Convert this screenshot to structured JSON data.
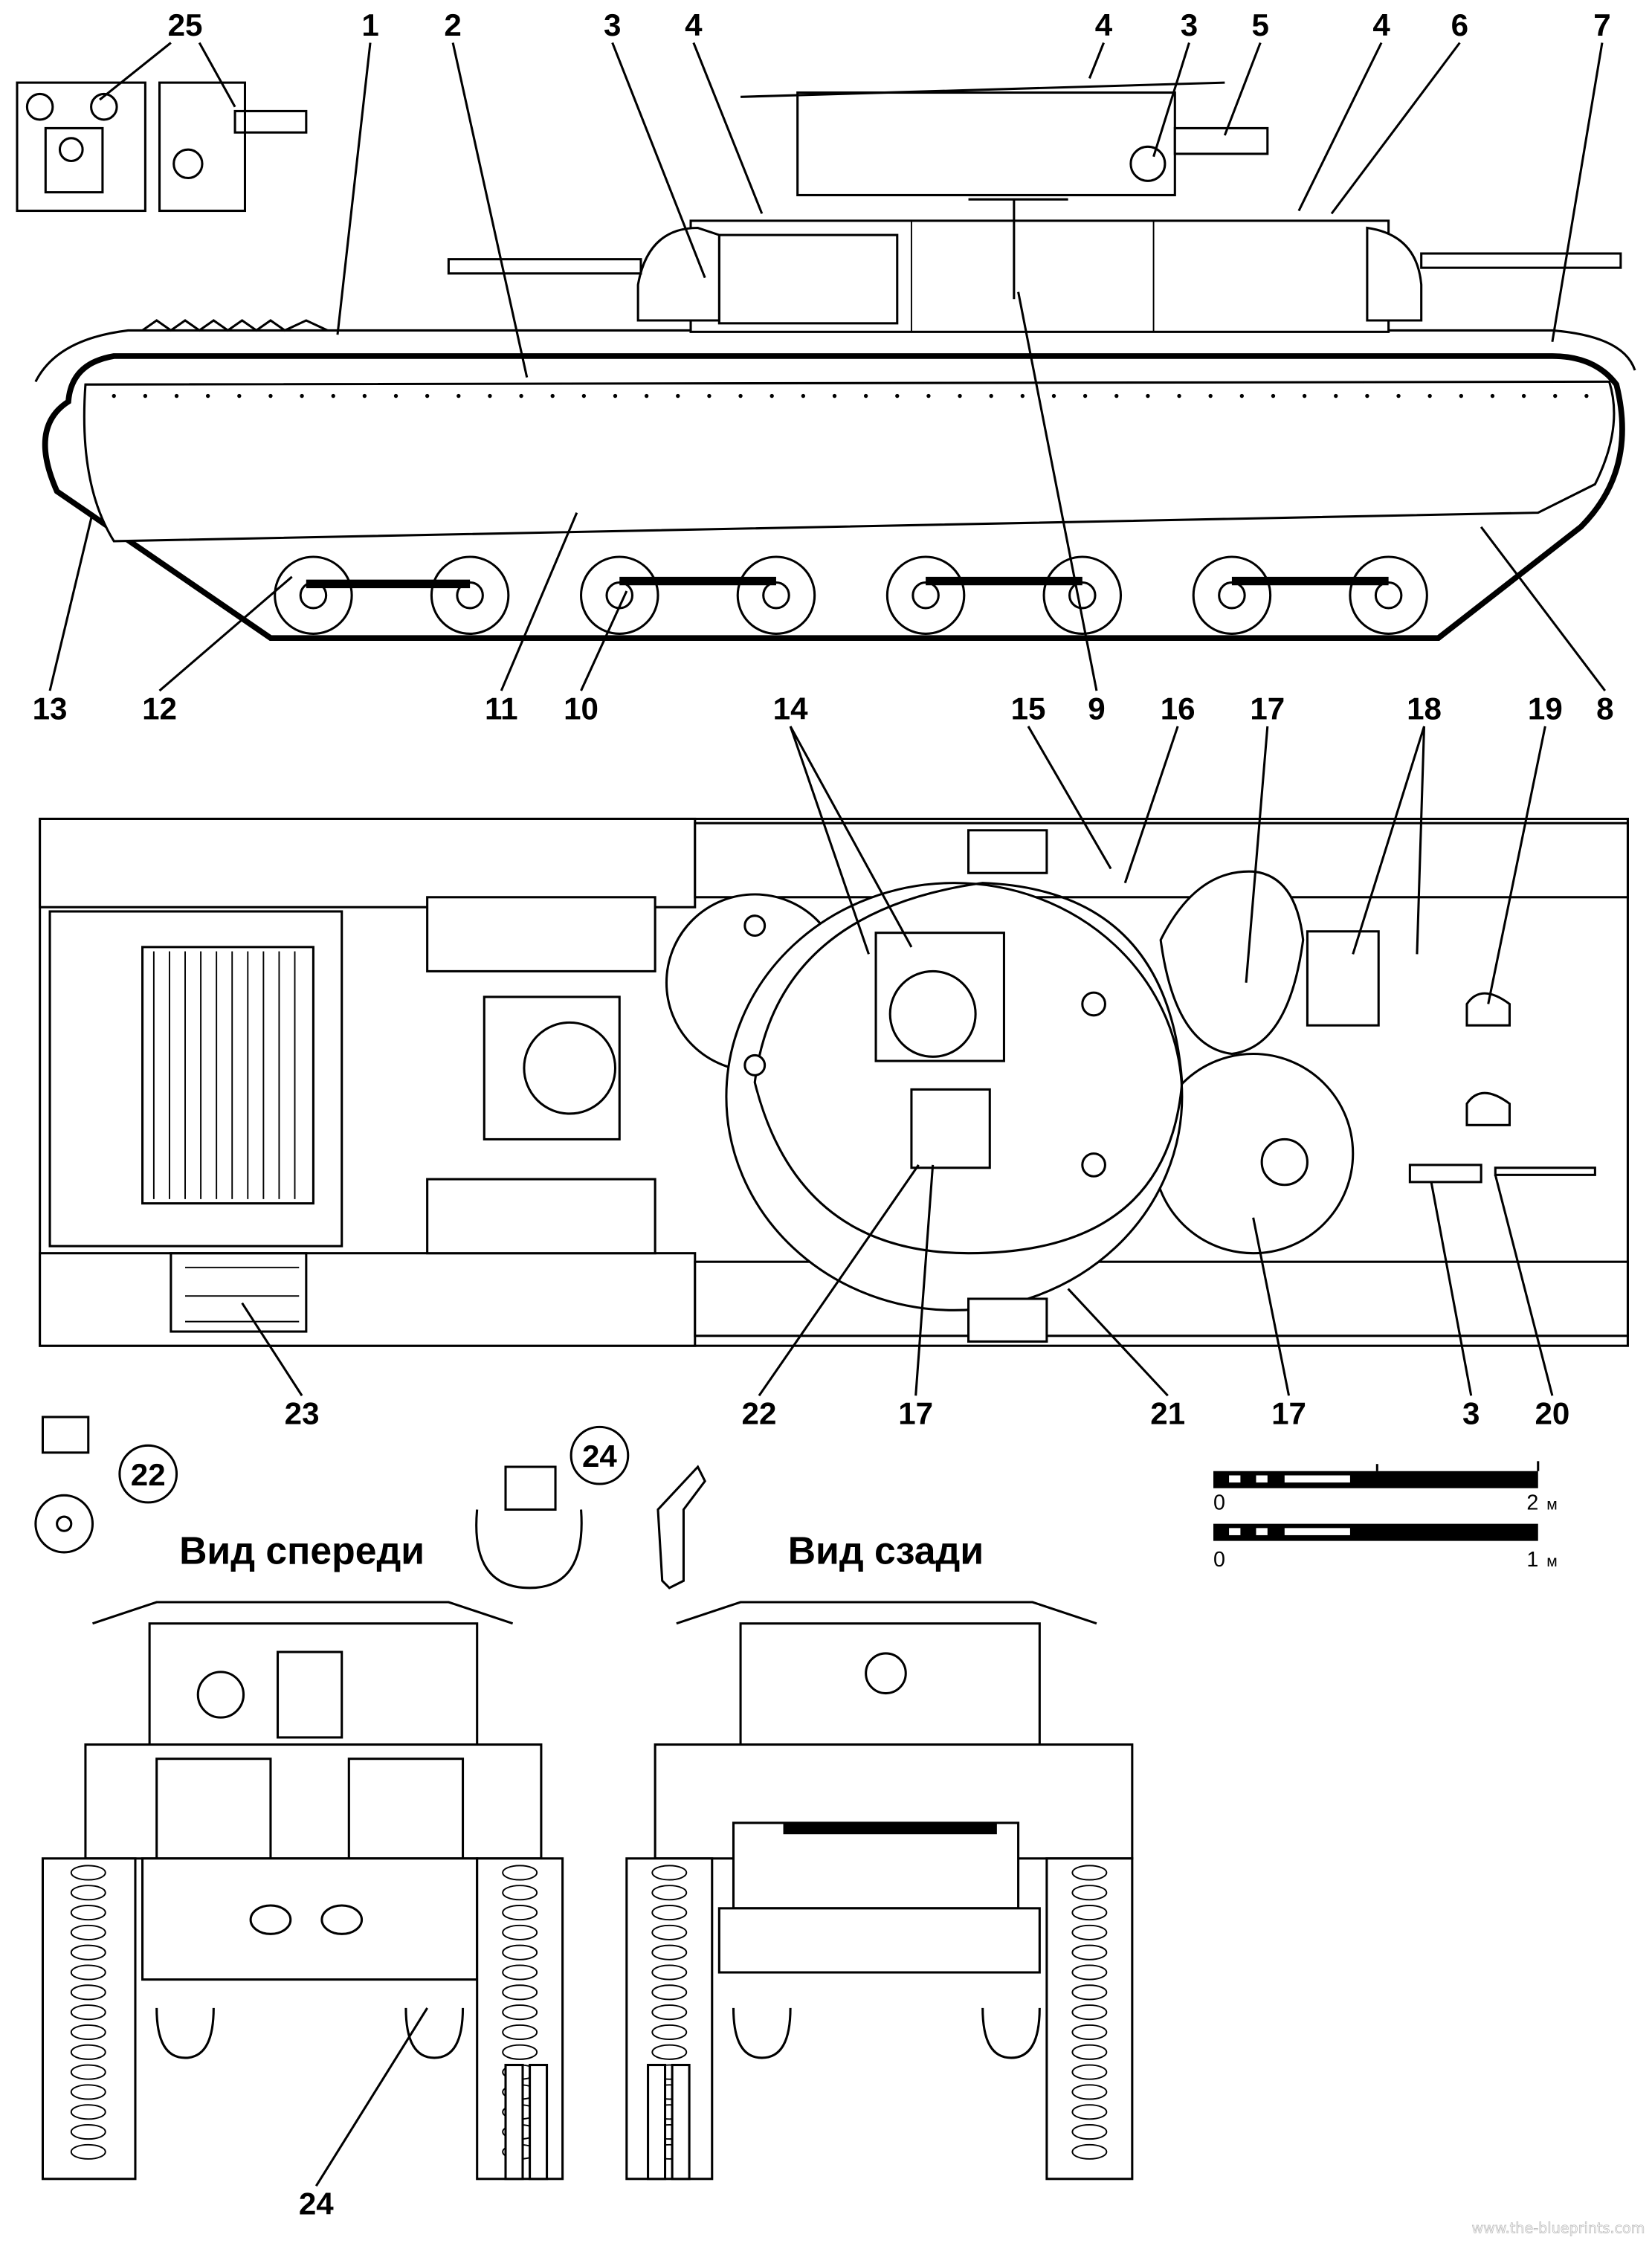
{
  "views": {
    "front_view_title": "Вид спереди",
    "rear_view_title": "Вид сзади"
  },
  "callouts": {
    "side_top": [
      "25",
      "1",
      "2",
      "3",
      "4",
      "4",
      "3",
      "5",
      "4",
      "6",
      "7"
    ],
    "side_bottom": [
      "13",
      "12",
      "11",
      "10",
      "9",
      "8"
    ],
    "plan_top": [
      "14",
      "15",
      "16",
      "17",
      "18",
      "19"
    ],
    "plan_bottom": [
      "23",
      "22",
      "17",
      "21",
      "17",
      "3",
      "20"
    ],
    "circled": [
      "22",
      "24"
    ],
    "front_bottom": "24"
  },
  "scale_bars": [
    {
      "start": "0",
      "end": "2",
      "unit": "м"
    },
    {
      "start": "0",
      "end": "1",
      "unit": "м"
    }
  ],
  "watermark": "www.the-blueprints.com"
}
